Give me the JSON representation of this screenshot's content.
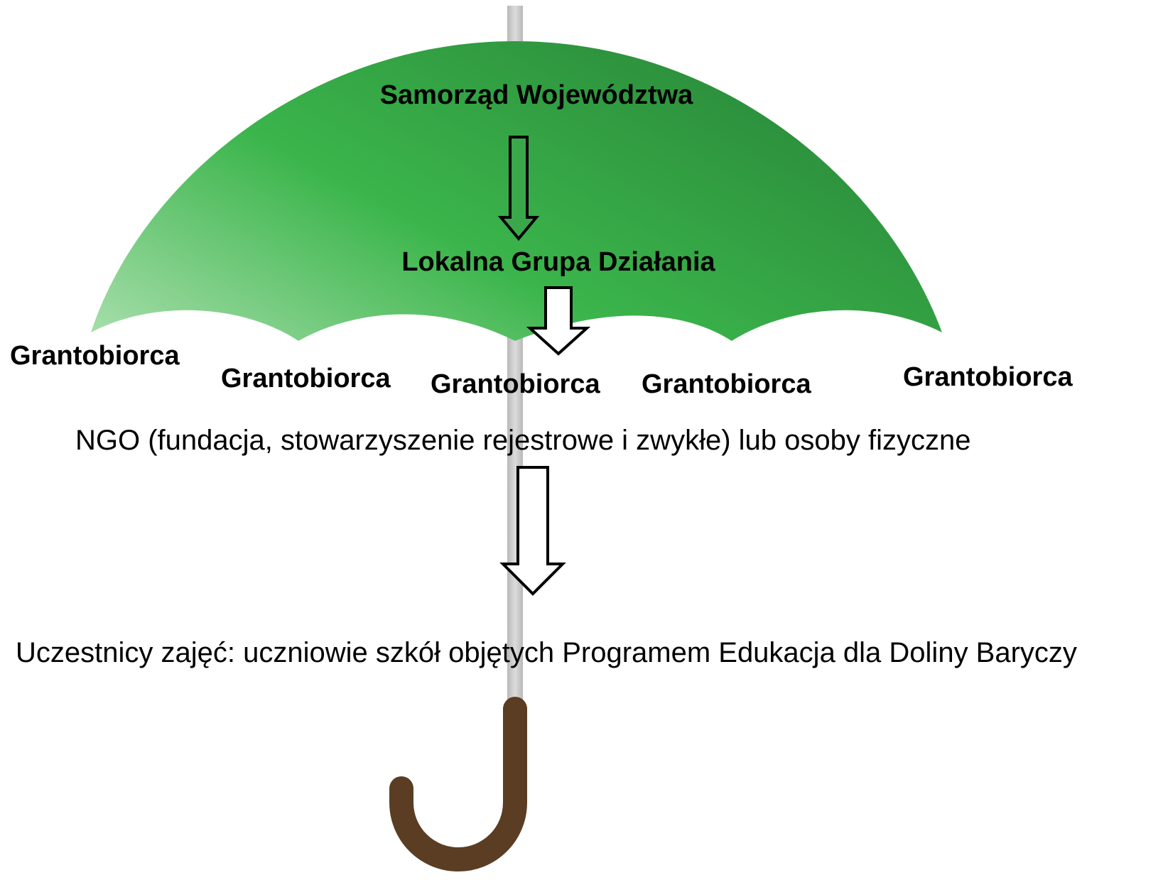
{
  "levels": {
    "top": "Samorząd Województwa",
    "middle": "Lokalna Grupa Działania"
  },
  "grantees": [
    "Grantobiorca",
    "Grantobiorca",
    "Grantobiorca",
    "Grantobiorca",
    "Grantobiorca"
  ],
  "grantee_types": "NGO (fundacja, stowarzyszenie rejestrowe i zwykłe) lub osoby fizyczne",
  "participants": "Uczestnicy zajęć: uczniowie szkół objętych Programem Edukacja dla Doliny Baryczy",
  "colors": {
    "canopy_light": "#8ed598",
    "canopy_mid": "#38b34a",
    "canopy_dark": "#2e8b3e",
    "shaft": "#c8c8c8",
    "handle": "#5a3d22",
    "arrow_stroke": "#000000",
    "arrow_fill": "#ffffff"
  }
}
